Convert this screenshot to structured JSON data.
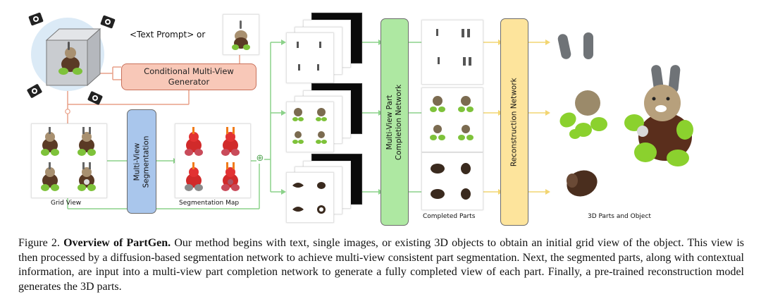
{
  "figure": {
    "text_prompt": "<Text Prompt> or",
    "generator_label_line1": "Conditional Multi-View",
    "generator_label_line2": "Generator",
    "segmentation_line1": "Multi-View",
    "segmentation_line2": "Segmentation",
    "completion_line1": "Multi-View Part",
    "completion_line2": "Completion Network",
    "reconstruction_label": "Reconstruction Network",
    "grid_view_label": "Grid View",
    "segmentation_map_label": "Segmentation Map",
    "completed_parts_label": "Completed Parts",
    "parts_object_label": "3D Parts and Object",
    "plus_symbol": "⊕"
  },
  "caption": {
    "prefix": "Figure 2. ",
    "title": "Overview of PartGen.",
    "body": " Our method begins with text, single images, or existing 3D objects to obtain an initial grid view of the object. This view is then processed by a diffusion-based segmentation network to achieve multi-view consistent part segmentation. Next, the segmented parts, along with contextual information, are input into a multi-view part completion network to generate a fully completed view of each part. Finally, a pre-trained reconstruction model generates the 3D parts."
  },
  "colors": {
    "generator_fill": "#f8c8b8",
    "generator_border": "#c9705a",
    "segmentation_fill": "#a9c6ec",
    "completion_fill": "#aee8a2",
    "reconstruction_fill": "#fde49c",
    "flow_green": "#8cd28a",
    "flow_orange": "#e9a088",
    "flow_yellow": "#f2d572"
  }
}
